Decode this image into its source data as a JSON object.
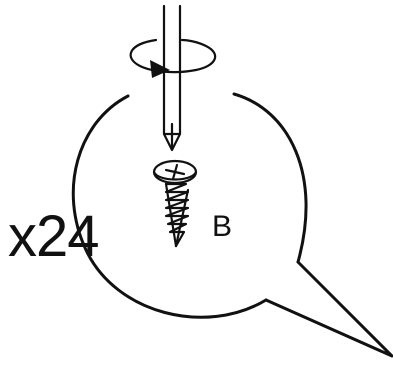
{
  "instruction": {
    "quantity_label": "x24",
    "part_label": "B",
    "icons": [
      "screwdriver-icon",
      "rotation-arrow-icon",
      "screw-icon",
      "callout-bubble"
    ],
    "line_color": "#111111",
    "background_color": "#ffffff"
  }
}
